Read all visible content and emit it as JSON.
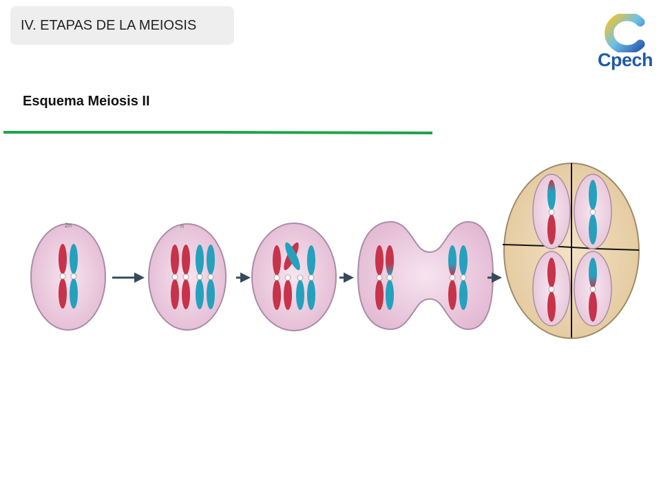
{
  "header": {
    "section_title": "IV. ETAPAS DE LA MEIOSIS"
  },
  "logo": {
    "text": "Cpech"
  },
  "diagram": {
    "subtitle": "Esquema Meiosis II",
    "stage_marks": [
      "2n",
      "n"
    ],
    "colors": {
      "cell_fill": "#ecc8de",
      "cell_stroke": "#a98ca8",
      "final_cell_fill": "#ecd7b0",
      "chromosome_red": "#c6334a",
      "chromosome_blue": "#25a1bd",
      "arrow": "#37495a",
      "rule": "#1ea34a"
    }
  }
}
